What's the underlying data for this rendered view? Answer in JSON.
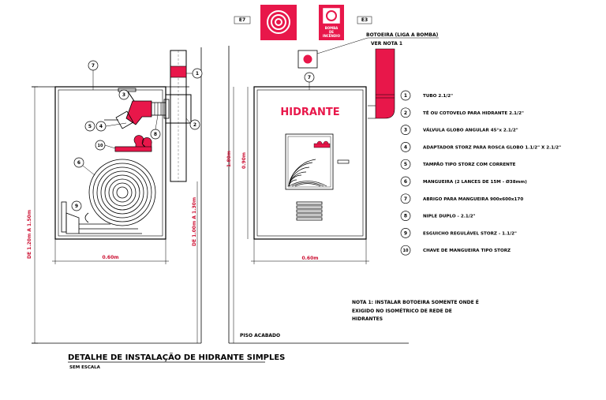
{
  "colors": {
    "red": "#e8174a",
    "line": "#000000",
    "dim": "#cc1133",
    "bg": "#ffffff"
  },
  "icons": [
    "spiral-hose-icon",
    "fire-alarm-icon"
  ],
  "title": "DETALHE DE INSTALAÇÃO DE HIDRANTE SIMPLES",
  "subtitle": "SEM ESCALA",
  "floor_label": "PISO ACABADO",
  "cabinet_label": "HIDRANTE",
  "sign_left_code": "E7",
  "sign_right_code": "E3",
  "sign_right_text_1": "BOMBA",
  "sign_right_text_2": "DE",
  "sign_right_text_3": "INCÊNDIO",
  "push_button_label_1": "BOTOEIRA (LIGA A BOMBA)",
  "push_button_label_2": "VER NOTA 1",
  "note_lines": [
    "NOTA 1: INSTALAR BOTOEIRA SOMENTE ONDE É",
    "EXIGIDO NO ISOMÉTRICO DE REDE DE",
    "HIDRANTES"
  ],
  "dimensions": {
    "left_height": "DE 1.20m A 1.50m",
    "left_width": "0.60m",
    "mid_height": "DE 1.00m A 1.30m",
    "right_height": "1.80m",
    "right_inner_height": "0.90m",
    "right_width": "0.60m"
  },
  "callouts_left": [
    "7",
    "1",
    "3",
    "5",
    "4",
    "2",
    "8",
    "10",
    "6",
    "9"
  ],
  "callout_right": "7",
  "legend": [
    {
      "num": "1",
      "text": "TUBO 2.1/2\""
    },
    {
      "num": "2",
      "text": "TÊ OU COTOVELO PARA HIDRANTE 2.1/2\""
    },
    {
      "num": "3",
      "text": "VÁLVULA GLOBO ANGULAR 45°x 2.1/2\""
    },
    {
      "num": "4",
      "text": "ADAPTADOR STORZ PARA ROSCA GLOBO 1.1/2\" X 2.1/2\""
    },
    {
      "num": "5",
      "text": "TAMPÃO TIPO STORZ COM CORRENTE"
    },
    {
      "num": "6",
      "text": "MANGUEIRA (2 LANCES DE 15M - Ø38mm)"
    },
    {
      "num": "7",
      "text": "ABRIGO PARA MANGUEIRA 900x600x170"
    },
    {
      "num": "8",
      "text": "NIPLE DUPLO - 2.1/2\""
    },
    {
      "num": "9",
      "text": "ESGUICHO REGULÁVEL STORZ - 1.1/2\""
    },
    {
      "num": "10",
      "text": "CHAVE DE MANGUEIRA TIPO STORZ"
    }
  ]
}
